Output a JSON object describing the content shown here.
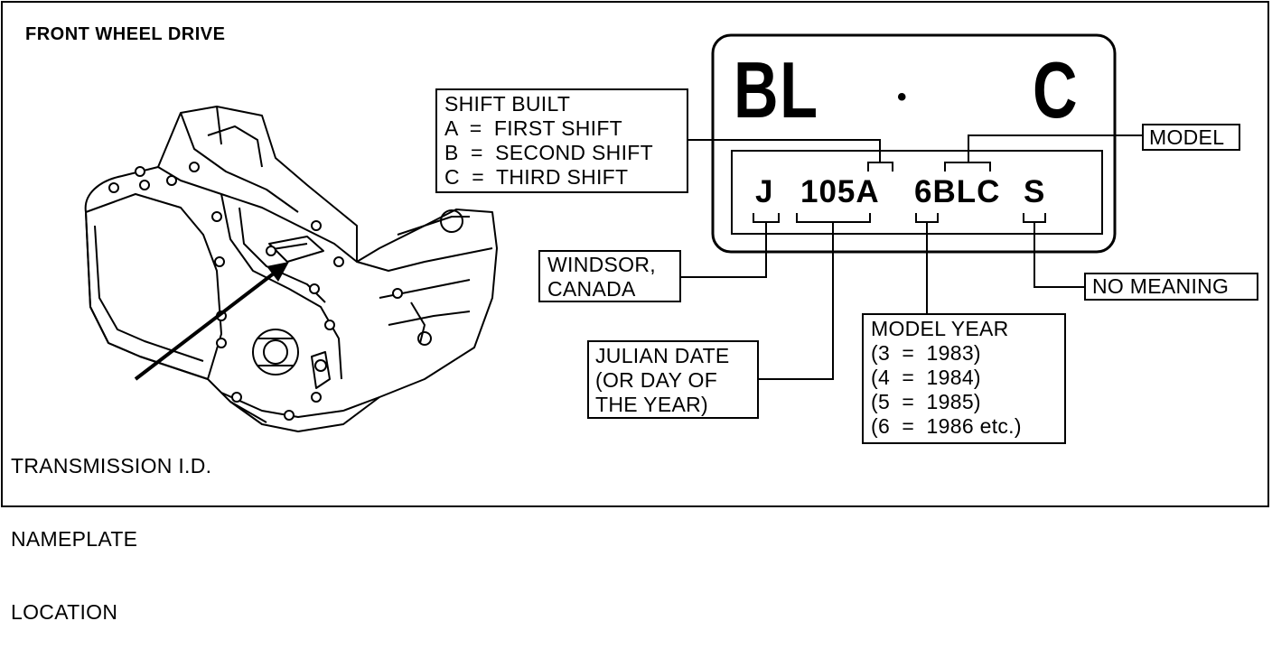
{
  "title": "FRONT WHEEL DRIVE",
  "location_label": [
    "TRANSMISSION I.D.",
    "NAMEPLATE",
    "LOCATION"
  ],
  "plate": {
    "top_left": "BL",
    "top_dot": "•",
    "top_right": "C",
    "codes": [
      "J",
      "105A",
      "6BLC",
      "S"
    ]
  },
  "shift_box": [
    "SHIFT BUILT",
    "A  =  FIRST SHIFT",
    "B  =  SECOND SHIFT",
    "C  =  THIRD SHIFT"
  ],
  "model_box": "MODEL",
  "windsor_box": [
    "WINDSOR,",
    "CANADA"
  ],
  "no_meaning_box": "NO MEANING",
  "julian_box": [
    "JULIAN DATE",
    "(OR DAY OF",
    "THE YEAR)"
  ],
  "model_year_box": [
    "MODEL YEAR",
    "(3  =  1983)",
    "(4  =  1984)",
    "(5  =  1985)",
    "(6  =  1986 etc.)"
  ]
}
